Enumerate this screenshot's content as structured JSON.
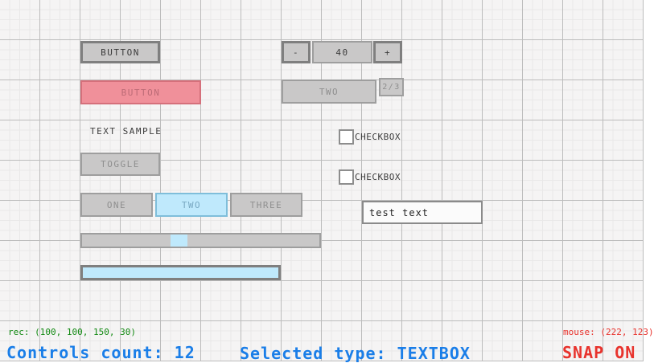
{
  "canvas": {
    "button_primary": {
      "label": "BUTTON"
    },
    "button_selected": {
      "label": "BUTTON"
    },
    "text_sample": {
      "text": "TEXT SAMPLE"
    },
    "toggle": {
      "label": "TOGGLE"
    },
    "tabs": [
      {
        "label": "ONE",
        "selected": false
      },
      {
        "label": "TWO",
        "selected": true
      },
      {
        "label": "THREE",
        "selected": false
      }
    ],
    "spinner": {
      "decrement": "-",
      "value": "40",
      "increment": "+"
    },
    "dropdown": {
      "value": "TWO",
      "page_indicator": "2/3"
    },
    "checkboxes": [
      {
        "label": "CHECKBOX",
        "checked": false
      },
      {
        "label": "CHECKBOX",
        "checked": false
      }
    ],
    "textbox": {
      "value": "test text"
    }
  },
  "statusbar": {
    "selection_rect": "rec: (100, 100, 150, 30)",
    "controls_count": "Controls count: 12",
    "selected_type": "Selected type: TEXTBOX",
    "mouse_position": "mouse: (222, 123)",
    "snap_mode": "SNAP ON"
  },
  "colors": {
    "status_green": "#128912",
    "status_blue": "#1a7ee8",
    "status_red": "#e8332d",
    "selection_fill": "#bfe9fc",
    "selected_control_fill": "#f0909a",
    "control_gray": "#c9c8c8"
  }
}
